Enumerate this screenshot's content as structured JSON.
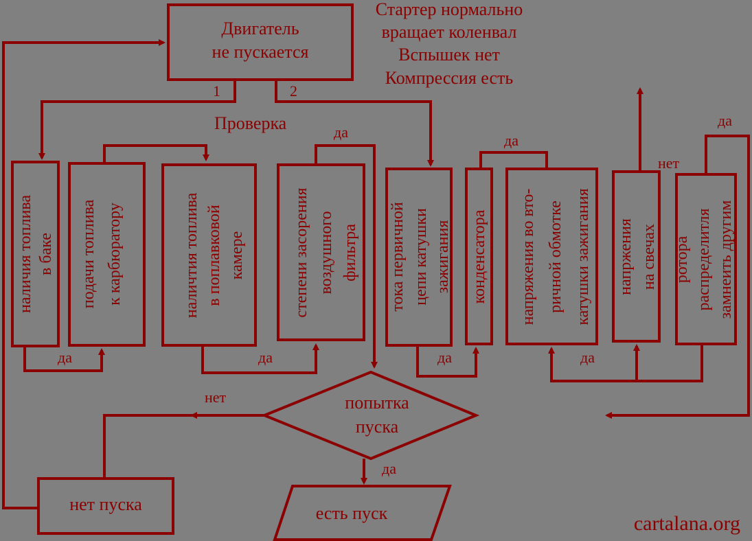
{
  "start": {
    "line1": "Двигатель",
    "line2": "не пускается"
  },
  "conditions": [
    "Стартер нормально",
    "вращает коленвал",
    "Вспышек нет",
    "Компрессия есть"
  ],
  "branch_labels": {
    "b1": "1",
    "b2": "2"
  },
  "check_label": "Проверка",
  "checks": [
    {
      "line1": "наличия топлива",
      "line2": "в баке"
    },
    {
      "line1": "подачи топлива",
      "line2": "к карбюратору"
    },
    {
      "line1": "наличтия топлива",
      "line2": "в поплавковой",
      "line3": "камере"
    },
    {
      "line1": "степени засорения",
      "line2": "воздушного",
      "line3": "фильтра"
    },
    {
      "line1": "тока  первичной",
      "line2": "цепи катушки",
      "line3": "зажигания"
    },
    {
      "line1": "конденсатора"
    },
    {
      "line1": "напряжения во вто-",
      "line2": "ричной обмотке",
      "line3": "катушки зажигания"
    },
    {
      "line1": "напржения",
      "line2": "на свечах"
    },
    {
      "line1": "ротора",
      "line2": "распределитля",
      "line3": "замнеить другим"
    }
  ],
  "edge_labels": {
    "yes": "да",
    "no": "нет"
  },
  "decision": {
    "line1": "попытка",
    "line2": "пуска"
  },
  "no_start": "нет пуска",
  "started": "есть пуск",
  "watermark": "cartalana.org",
  "colors": {
    "background": "#808080",
    "stroke": "#8b0000"
  }
}
